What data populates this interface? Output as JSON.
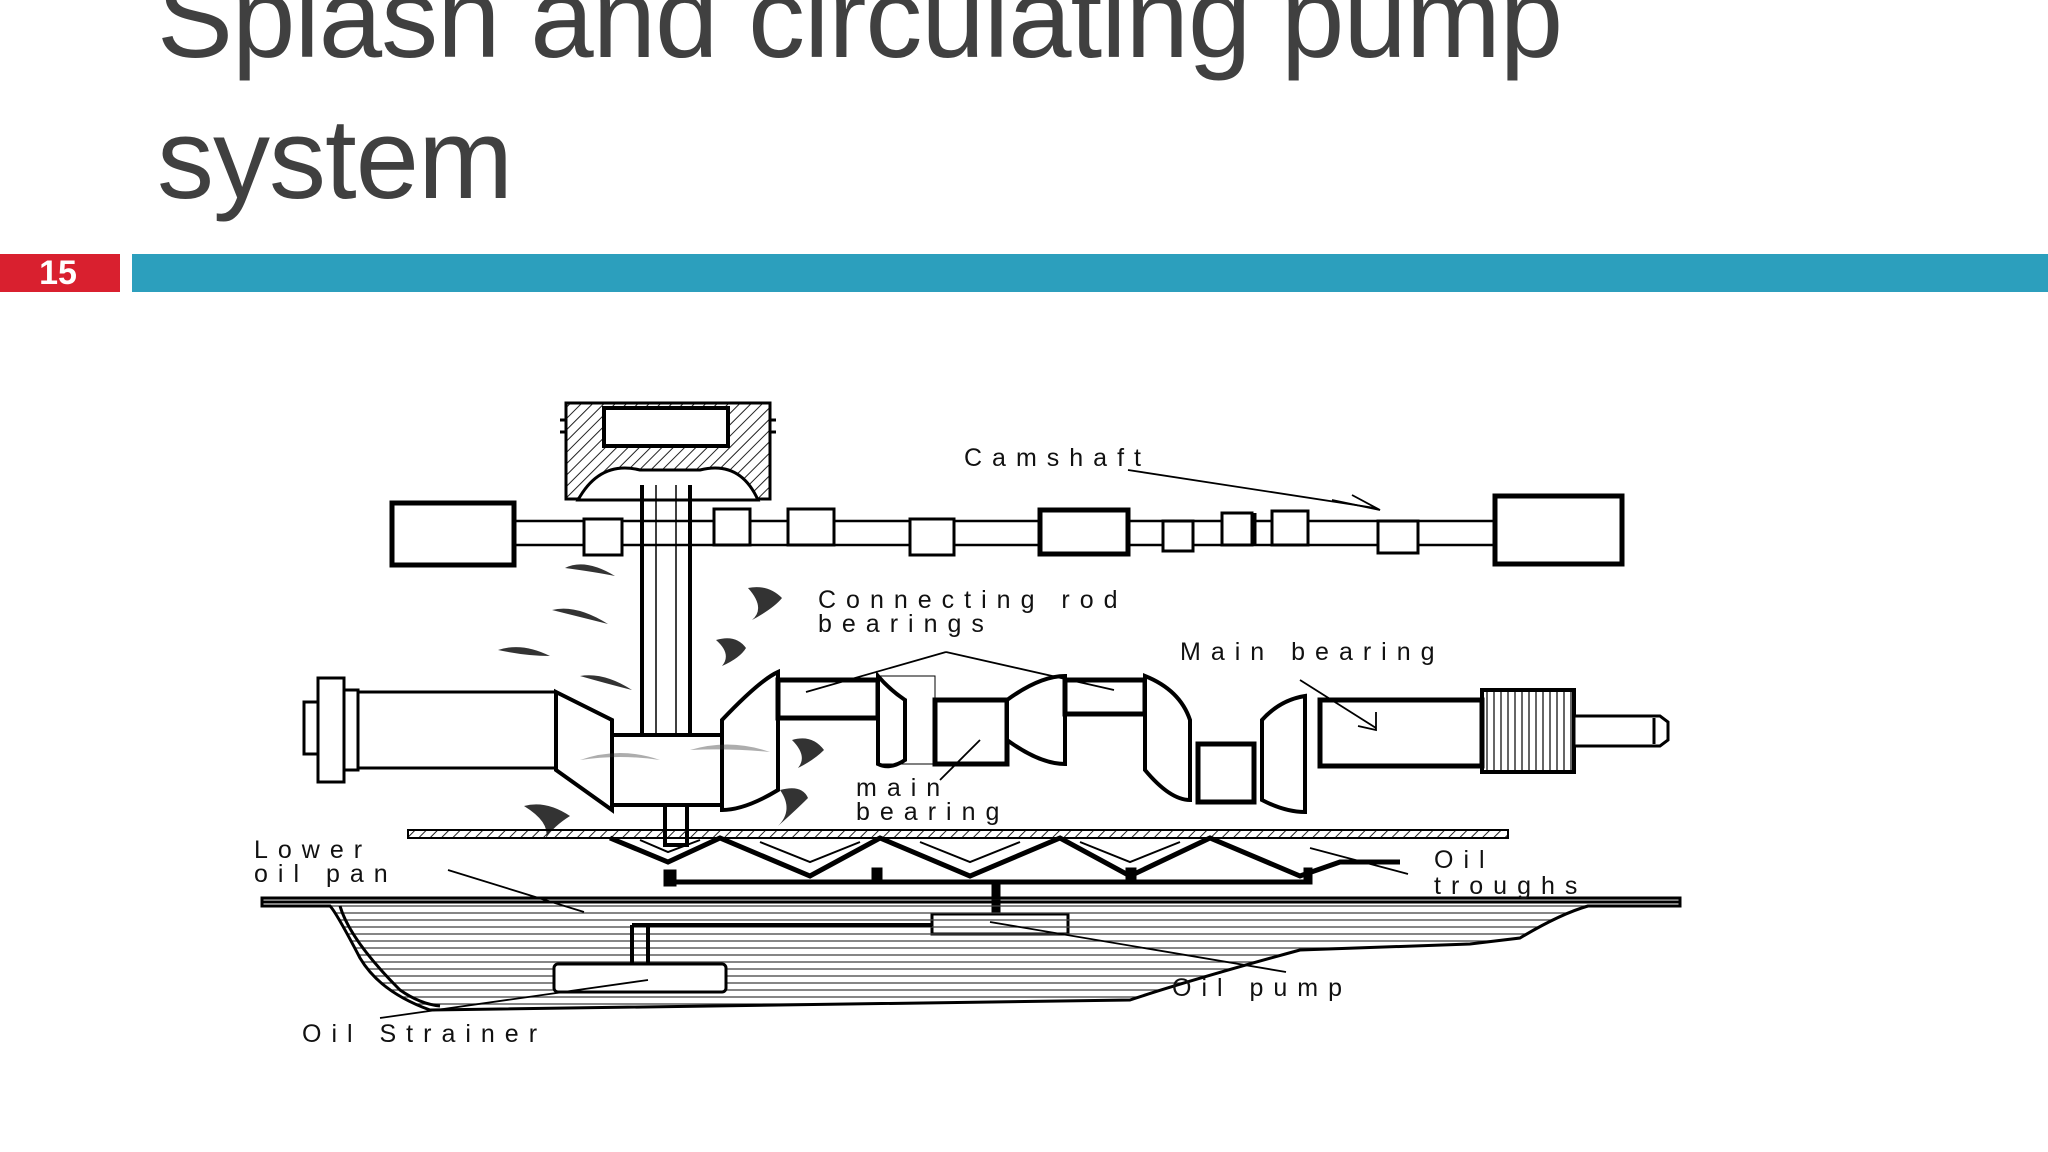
{
  "slide": {
    "title_lines": [
      "Splash and circulating pump",
      "system"
    ],
    "number": "15",
    "colors": {
      "accent": "#2c9fbd",
      "number_bg": "#d9202f",
      "title": "#404040"
    }
  },
  "diagram": {
    "labels": {
      "camshaft": "Camshaft",
      "connecting_rod_bearings_1": "Connecting rod",
      "connecting_rod_bearings_2": "bearings",
      "main_bearing_upper": "Main bearing",
      "main_bearing_lower_1": "main",
      "main_bearing_lower_2": "bearing",
      "lower_oil_pan_1": "Lower",
      "lower_oil_pan_2": "oil pan",
      "oil_troughs_1": "Oil",
      "oil_troughs_2": "troughs",
      "oil_pump": "Oil pump",
      "oil_strainer": "Oil Strainer"
    }
  }
}
